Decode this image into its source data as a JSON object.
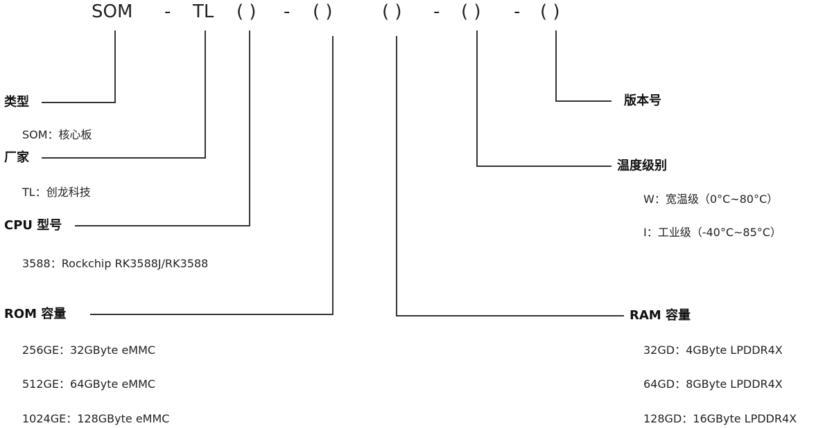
{
  "code": {
    "som": "SOM",
    "dash": "-",
    "tl": "TL",
    "paren": "( )"
  },
  "left_fields": [
    {
      "label": "类型",
      "options": [
        "SOM：核心板"
      ]
    },
    {
      "label": "厂家",
      "options": [
        "TL：创龙科技"
      ]
    },
    {
      "label": "CPU 型号",
      "options": [
        "3588：Rockchip RK3588J/RK3588"
      ]
    },
    {
      "label": "ROM 容量",
      "options": [
        "256GE：32GByte eMMC",
        "512GE：64GByte eMMC",
        "1024GE：128GByte eMMC"
      ]
    }
  ],
  "right_fields": [
    {
      "label": "版本号",
      "options": []
    },
    {
      "label": "温度级别",
      "options": [
        "W：宽温级（0°C~80°C）",
        "I：工业级（-40°C~85°C）"
      ]
    },
    {
      "label": "RAM 容量",
      "options": [
        "32GD：4GByte LPDDR4X",
        "64GD：8GByte LPDDR4X",
        "128GD：16GByte LPDDR4X"
      ]
    }
  ]
}
